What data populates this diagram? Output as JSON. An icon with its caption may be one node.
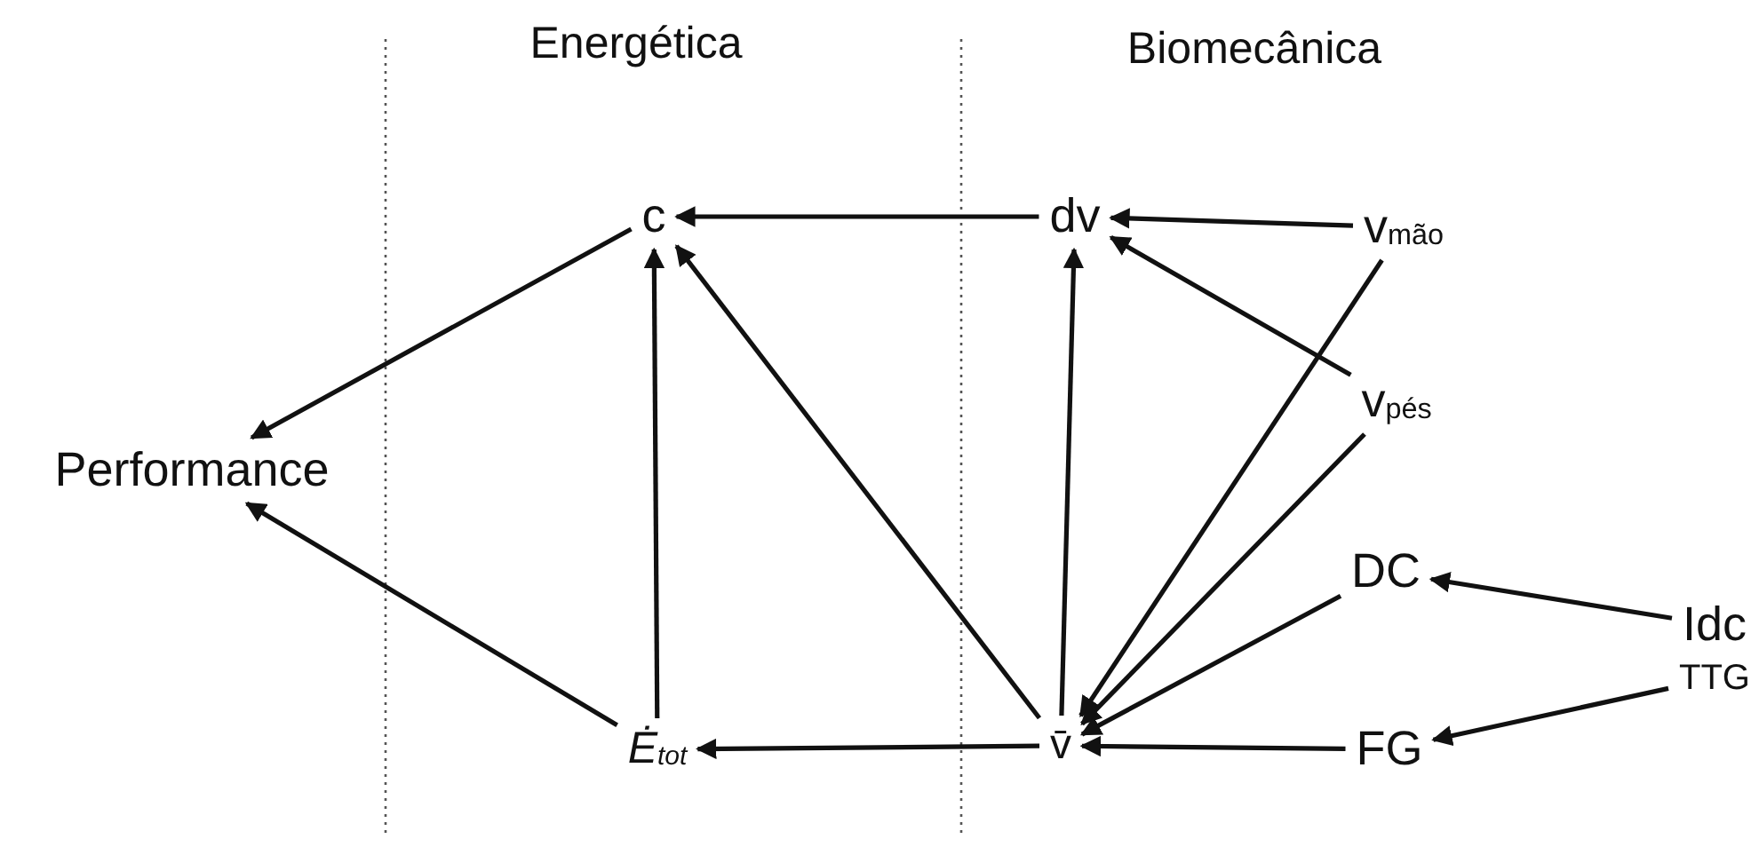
{
  "diagram": {
    "nodes": [
      {
        "text": [
          "Performance"
        ]
      },
      {
        "text": [
          "c"
        ]
      },
      {
        "text": [
          "dv"
        ]
      },
      {
        "text": [
          "v$_{mão}$"
        ]
      },
      {
        "text": [
          "v$_{pés}$"
        ]
      },
      {
        "text": [
          "DC"
        ]
      },
      {
        "text": [
          "Idc"
        ]
      },
      {
        "text": [
          "TTG"
        ]
      },
      {
        "text": [
          "Ė$_{tot}$"
        ]
      },
      {
        "text": [
          "v̄"
        ]
      },
      {
        "text": [
          "FG"
        ]
      }
    ],
    "edges": [
      {
        "from": 1,
        "to": 0,
        "arrow": "to"
      },
      {
        "from": 8,
        "to": 0,
        "arrow": "to"
      },
      {
        "from": 2,
        "to": 1,
        "arrow": "to"
      },
      {
        "from": 8,
        "to": 1,
        "arrow": "to"
      },
      {
        "from": 9,
        "to": 1,
        "arrow": "to"
      },
      {
        "from": 9,
        "to": 2,
        "arrow": "to"
      },
      {
        "from": 3,
        "to": 2,
        "arrow": "to"
      },
      {
        "from": 4,
        "to": 2,
        "arrow": "to"
      },
      {
        "from": 3,
        "to": 9,
        "arrow": "to"
      },
      {
        "from": 4,
        "to": 9,
        "arrow": "to"
      },
      {
        "from": 5,
        "to": 9,
        "arrow": "to"
      },
      {
        "from": 9,
        "to": 8,
        "arrow": "to"
      },
      {
        "from": 10,
        "to": 9,
        "arrow": "to"
      },
      {
        "from": 6,
        "to": 5,
        "arrow": "to"
      },
      {
        "from": 7,
        "to": 10,
        "arrow": "to"
      }
    ],
    "labels": [
      "Energética",
      "Biomecânica"
    ]
  }
}
